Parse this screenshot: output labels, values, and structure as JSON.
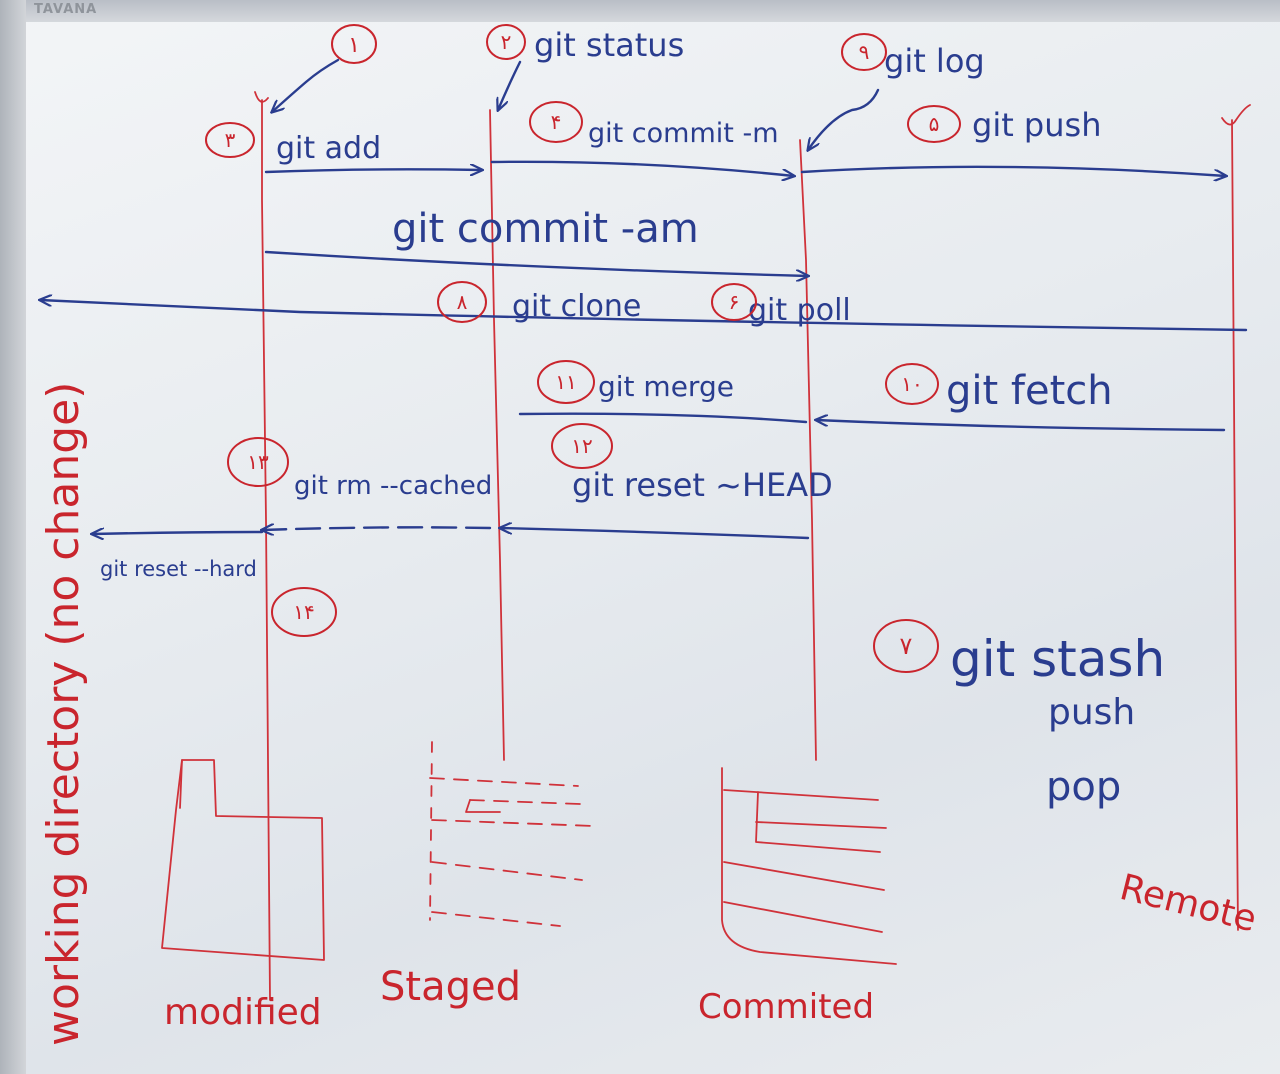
{
  "brand": "TAVANA",
  "commands": {
    "add": "git add",
    "status": "git status",
    "commit_m": "git commit -m",
    "log": "git log",
    "push": "git push",
    "commit_am": "git commit -am",
    "clone": "git clone",
    "pull": "git poll",
    "merge": "git merge",
    "fetch": "git fetch",
    "rm_cached": "git rm --cached",
    "reset_head": "git reset ~HEAD",
    "reset_hard": "git reset --hard",
    "stash": "git stash",
    "stash_push": "push",
    "stash_pop": "pop"
  },
  "step_numbers": {
    "n1": "۱",
    "n2": "۲",
    "n3": "۳",
    "n4": "۴",
    "n5": "۵",
    "n6": "۶",
    "n7": "۷",
    "n8": "۸",
    "n9": "۹",
    "n10": "۱۰",
    "n11": "۱۱",
    "n12": "۱۲",
    "n13": "۱۳",
    "n14": "۱۴"
  },
  "areas": {
    "working_directory": "working directory (no change)",
    "modified": "modified",
    "staged": "Staged",
    "commited": "Commited",
    "remote": "Remote"
  },
  "colors": {
    "marker_blue": "#2a3d8f",
    "marker_red": "#c9252d",
    "board": "#eef1f4"
  }
}
